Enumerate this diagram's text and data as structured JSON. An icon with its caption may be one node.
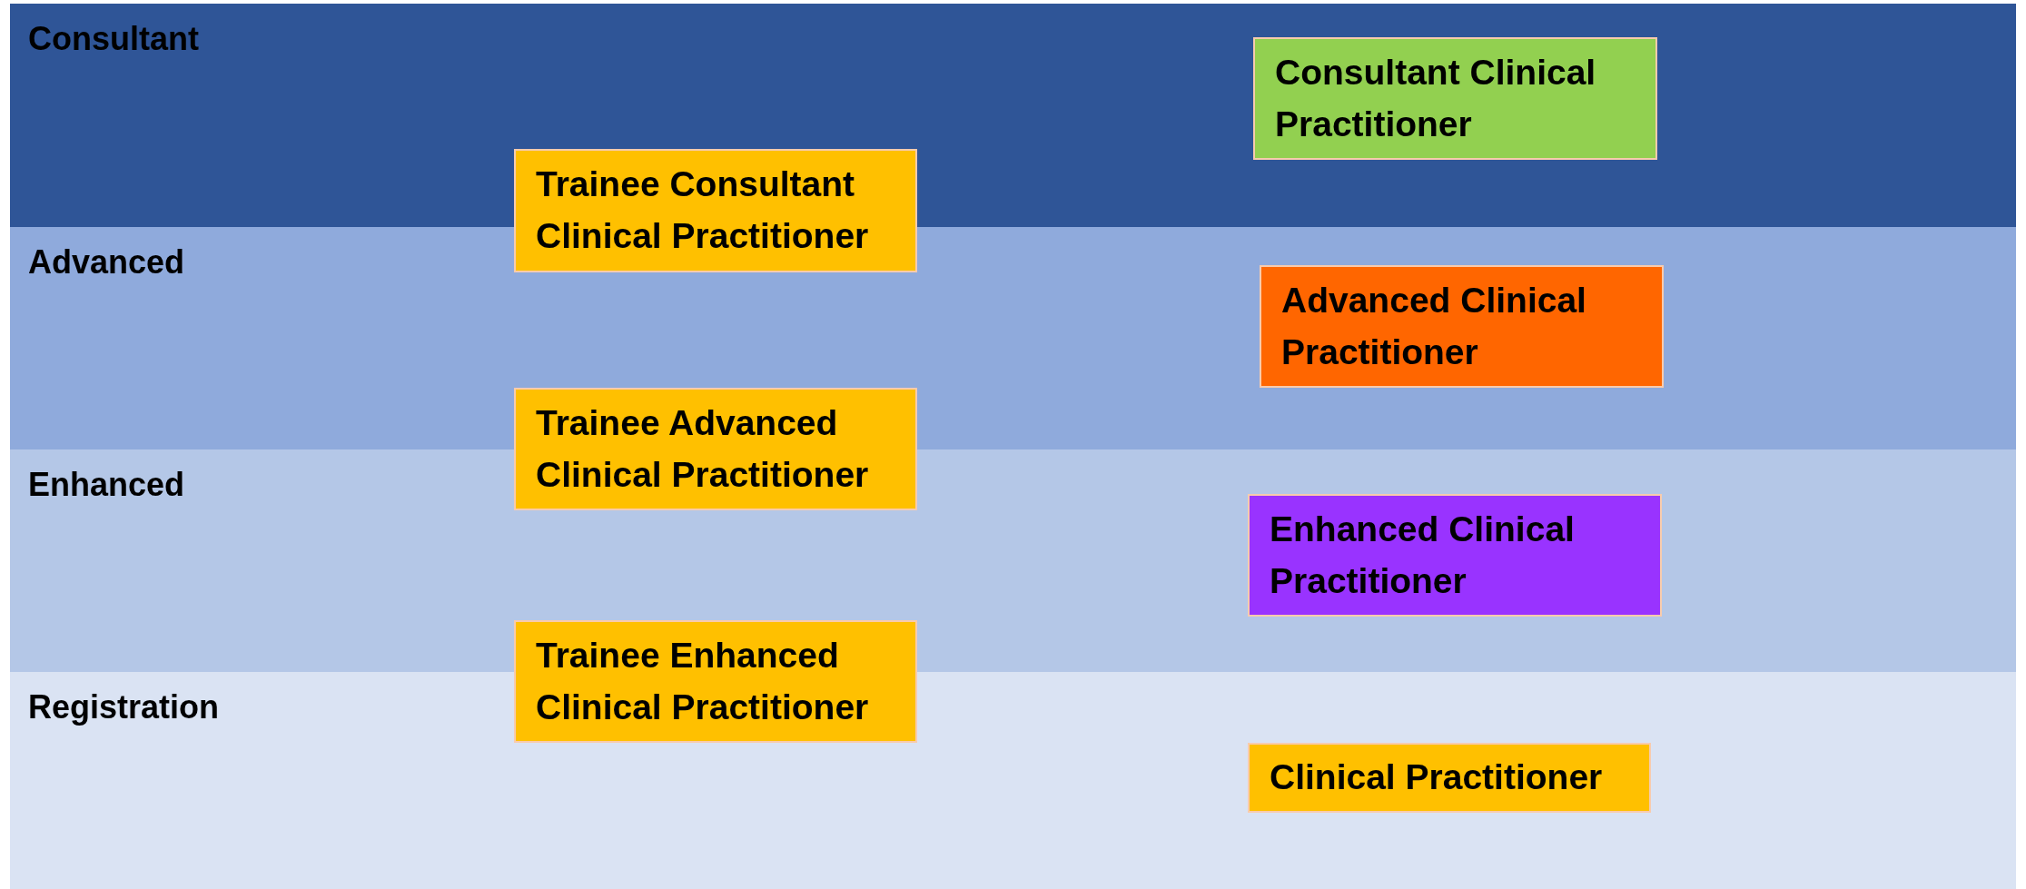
{
  "diagram": {
    "nodes": [
      {
        "text": [
          "Consultant"
        ]
      },
      {
        "text": [
          "Consultant Clinical Practitioner"
        ],
        "in": 0
      },
      {
        "text": [
          "Trainee Consultant Clinical Practitioner"
        ]
      },
      {
        "text": [
          "Advanced"
        ]
      },
      {
        "text": [
          "Advanced Clinical Practitioner"
        ],
        "in": 3
      },
      {
        "text": [
          "Trainee Advanced Clinical Practitioner"
        ]
      },
      {
        "text": [
          "Enhanced"
        ]
      },
      {
        "text": [
          "Enhanced Clinical Practitioner"
        ],
        "in": 6
      },
      {
        "text": [
          "Trainee Enhanced Clinical Practitioner"
        ]
      },
      {
        "text": [
          "Registration"
        ]
      },
      {
        "text": [
          "Clinical Practitioner"
        ],
        "in": 9
      }
    ]
  }
}
